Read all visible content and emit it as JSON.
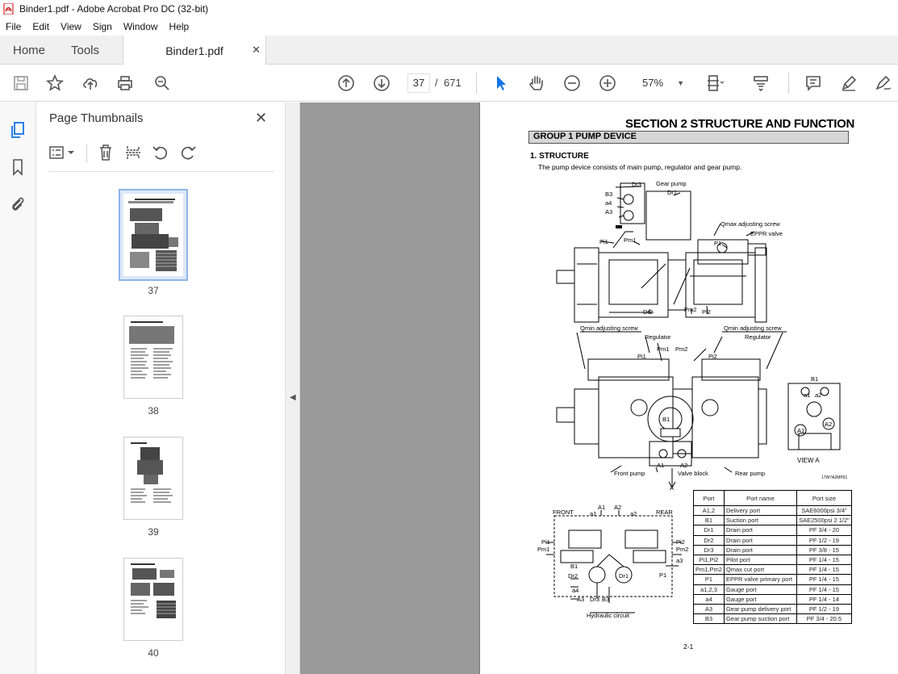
{
  "window": {
    "title": "Binder1.pdf - Adobe Acrobat Pro DC (32-bit)"
  },
  "menu": [
    "File",
    "Edit",
    "View",
    "Sign",
    "Window",
    "Help"
  ],
  "tabs": {
    "home": "Home",
    "tools": "Tools",
    "document": "Binder1.pdf"
  },
  "toolbar": {
    "page_current": "37",
    "page_sep": "/",
    "page_total": "671",
    "zoom": "57%"
  },
  "panel": {
    "title": "Page Thumbnails",
    "thumbnails": [
      {
        "label": "37",
        "selected": true
      },
      {
        "label": "38"
      },
      {
        "label": "39"
      },
      {
        "label": "40"
      }
    ]
  },
  "document": {
    "section_title": "SECTION  2  STRUCTURE AND FUNCTION",
    "group_title": "GROUP  1  PUMP DEVICE",
    "heading": "1. STRUCTURE",
    "intro": "The pump device consists of main pump, regulator and gear pump.",
    "labels": {
      "gear_pump": "Gear pump",
      "dr3": "Dr3",
      "dr1": "Dr1",
      "b3": "B3",
      "a4": "a4",
      "a3": "A3",
      "qmax": "Qmax adjusting screw",
      "eppr": "EPPR valve",
      "pi1": "Pi1",
      "pm1": "Pm1",
      "p1": "P1",
      "dr2": "Dr2",
      "pm2": "Pm2",
      "pi2": "Pi2",
      "qmin_left": "Qmin adjusting screw",
      "qmin_right": "Qmin adjusting screw",
      "regulator_left": "Regulator",
      "regulator_right": "Regulator",
      "pi1b": "Pi1",
      "pm1b": "Pm1",
      "pm2b": "Pm2",
      "pi2b": "Pi2",
      "b1": "B1",
      "front_pump": "Front pump",
      "a1": "A1",
      "a2": "A2",
      "valve_block": "Valve block",
      "rear_pump": "Rear pump",
      "arrow_a": "A",
      "view_b1": "B1",
      "view_a1s": "a1",
      "view_a2s": "a2",
      "view_A1": "A1",
      "view_A2": "A2",
      "view_a": "VIEW  A",
      "drawing_code": "17W7A2MP01",
      "front": "FRONT",
      "rear": "REAR",
      "hc_a1": "A1",
      "hc_a2": "A2",
      "hc_a1s": "a1",
      "hc_a2s": "a2",
      "hc_pi1": "Pi1",
      "hc_pm1": "Pm1",
      "hc_pi2": "Pi2",
      "hc_pm2": "Pm2",
      "hc_a3s": "a3",
      "hc_b1": "B1",
      "hc_dr2": "Dr2",
      "hc_dr1": "Dr1",
      "hc_p1": "P1",
      "hc_a4": "a4",
      "hc_a3": "A3",
      "hc_dr3": "Dr3",
      "hc_b3": "B3",
      "hydraulic": "Hydraulic circuit"
    },
    "table": {
      "headers": [
        "Port",
        "Port name",
        "Port size"
      ],
      "rows": [
        [
          "A1,2",
          "Delivery port",
          "SAE6000psi 3/4\""
        ],
        [
          "B1",
          "Suction port",
          "SAE2500psi 2 1/2\""
        ],
        [
          "Dr1",
          "Drain port",
          "PF 3/4 - 20"
        ],
        [
          "Dr2",
          "Drain port",
          "PF 1/2 - 19"
        ],
        [
          "Dr3",
          "Drain port",
          "PF 3/8 - 15"
        ],
        [
          "Pi1,Pi2",
          "Pilot port",
          "PF 1/4 - 15"
        ],
        [
          "Pm1,Pm2",
          "Qmax cut port",
          "PF 1/4 - 15"
        ],
        [
          "P1",
          "EPPR valve primary port",
          "PF 1/4 - 15"
        ],
        [
          "a1,2,3",
          "Gauge port",
          "PF 1/4 - 15"
        ],
        [
          "a4",
          "Gauge port",
          "PF 1/4 - 14"
        ],
        [
          "A3",
          "Gear pump delivery port",
          "PF 1/2 - 19"
        ],
        [
          "B3",
          "Gear pump suction port",
          "PF 3/4 - 20.5"
        ]
      ]
    },
    "page_footer": "2-1"
  },
  "colors": {
    "accent": "#1473e6",
    "tab_bg": "#f0f0f0",
    "canvas_bg": "#9a9a9a",
    "table_header_bg": "#d6d6d6"
  }
}
